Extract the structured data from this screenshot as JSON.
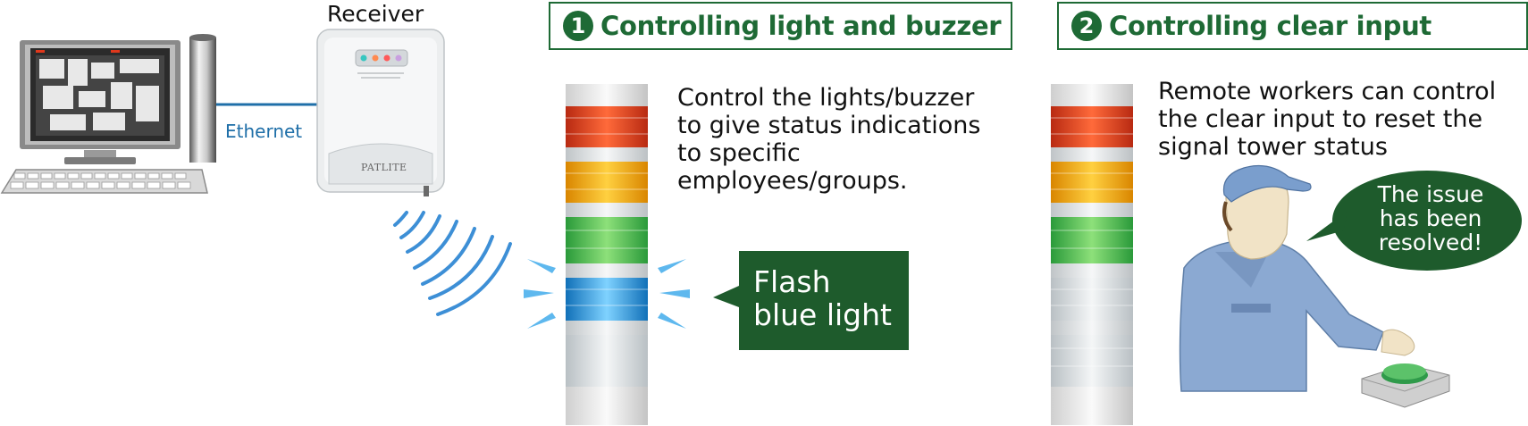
{
  "labels": {
    "receiver": "Receiver",
    "ethernet": "Ethernet",
    "receiver_brand": "PATLITE"
  },
  "sections": [
    {
      "number": "1",
      "title": "Controlling light and buzzer",
      "description_lines": [
        "Control the lights/buzzer",
        "to give status indications",
        "to specific",
        "employees/groups."
      ],
      "callout_lines": [
        "Flash",
        "blue light"
      ]
    },
    {
      "number": "2",
      "title": "Controlling clear input",
      "description_lines": [
        "Remote workers can control",
        "the clear input to reset the",
        "signal tower status"
      ],
      "speech_lines": [
        "The issue",
        "has been",
        "resolved!"
      ]
    }
  ],
  "colors": {
    "accent_green": "#1e6a35",
    "callout_green": "#1e5b2c",
    "ethernet_blue": "#1f6fa8",
    "wave_blue": "#3d8fd6",
    "light_red": "#e0381c",
    "light_amber": "#f5a000",
    "light_green": "#3fb54a",
    "light_blue": "#1d92d8",
    "light_clear": "#d8dde0"
  },
  "icons": [
    "computer-icon",
    "server-tower-icon",
    "receiver-device-icon",
    "wireless-signal-icon",
    "signal-tower-icon",
    "worker-icon",
    "push-button-icon",
    "speech-bubble-icon"
  ]
}
